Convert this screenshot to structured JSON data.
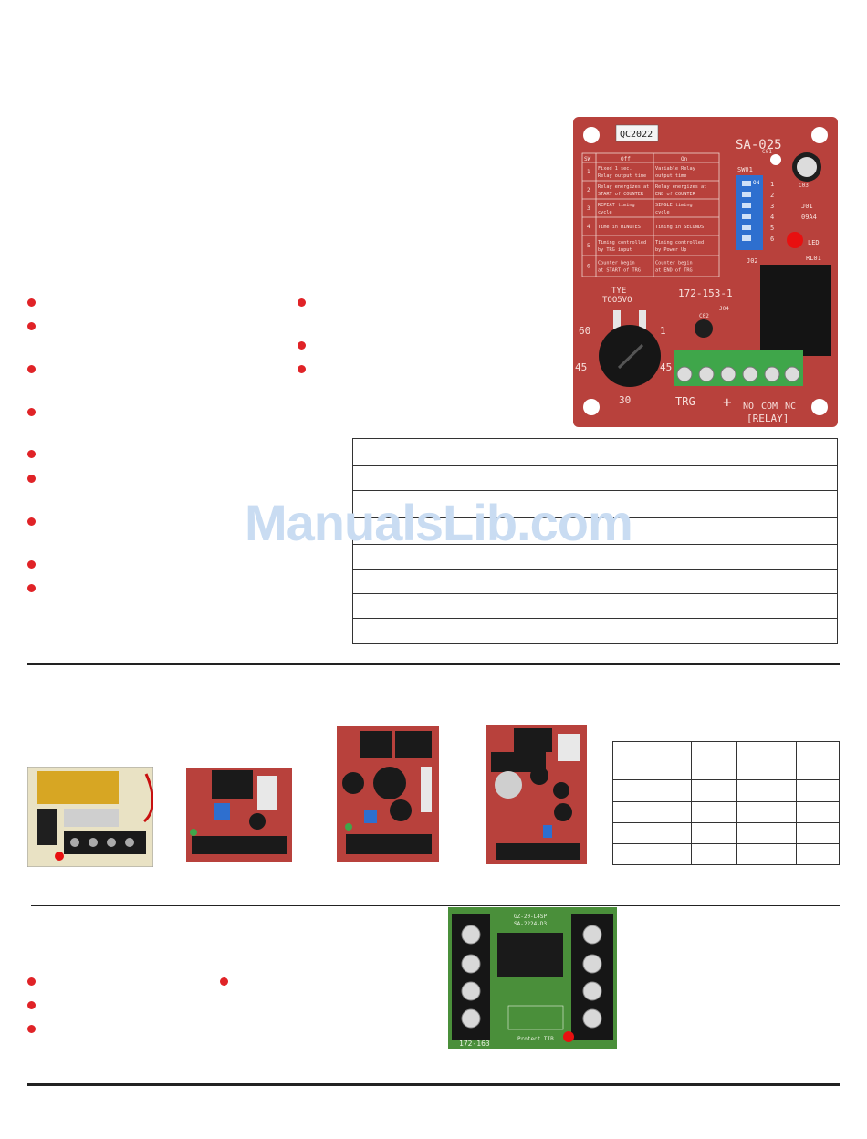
{
  "watermark": {
    "text": "ManualsLib.com"
  },
  "board": {
    "label": "QC2022",
    "model": "SA-025",
    "part_number": "172-153-1",
    "switch_block_label": "SW01",
    "switch_on_label": "ON",
    "switch_numbers": [
      "1",
      "2",
      "3",
      "4",
      "5",
      "6"
    ],
    "pot_brand": "TYE",
    "pot_code": "TOO5VO",
    "dial": {
      "top_left": "60",
      "top_right": "1",
      "left": "45",
      "right": "45",
      "bottom": "30"
    },
    "labels": {
      "j01": "J01",
      "j02": "J02",
      "j04": "J04",
      "c01": "C01",
      "c02": "C02",
      "c03": "C03",
      "led": "LED",
      "rl01": "RL01",
      "b9a4": "09A4"
    },
    "terminals": {
      "trg": "TRG",
      "minus": "—",
      "plus": "+",
      "no": "NO",
      "com": "COM",
      "nc": "NC",
      "relay": "[RELAY]"
    },
    "switch_table": {
      "headers": [
        "SW",
        "Off",
        "On"
      ],
      "rows": [
        {
          "sw": "1",
          "off": [
            "Fixed 1 sec.",
            "Relay output time"
          ],
          "on": [
            "Variable Relay",
            "output time"
          ]
        },
        {
          "sw": "2",
          "off": [
            "Relay energizes at",
            "START of COUNTER"
          ],
          "on": [
            "Relay energizes at",
            "END of COUNTER"
          ]
        },
        {
          "sw": "3",
          "off": [
            "REPEAT timing",
            "cycle"
          ],
          "on": [
            "SINGLE timing",
            "cycle"
          ]
        },
        {
          "sw": "4",
          "off": [
            "Time in MINUTES"
          ],
          "on": [
            "Timing in SECONDS"
          ]
        },
        {
          "sw": "5",
          "off": [
            "Timing controlled",
            "by TRG input"
          ],
          "on": [
            "Timing controlled",
            "by Power Up"
          ]
        },
        {
          "sw": "6",
          "off": [
            "Counter begin",
            "at START of TRG"
          ],
          "on": [
            "Counter begin",
            "at END of TRG"
          ]
        }
      ]
    }
  },
  "module": {
    "top_label": "GZ-20-L4SP",
    "sub_label": "SA-2224-D3",
    "part": "172-163",
    "footer": "Protect TIB"
  },
  "colors": {
    "bullet": "#e02327",
    "board_red": "#b8413c",
    "terminal_green": "#3fa64a",
    "module_green": "#4a8f3a",
    "watermark": "#c9dcf2"
  }
}
